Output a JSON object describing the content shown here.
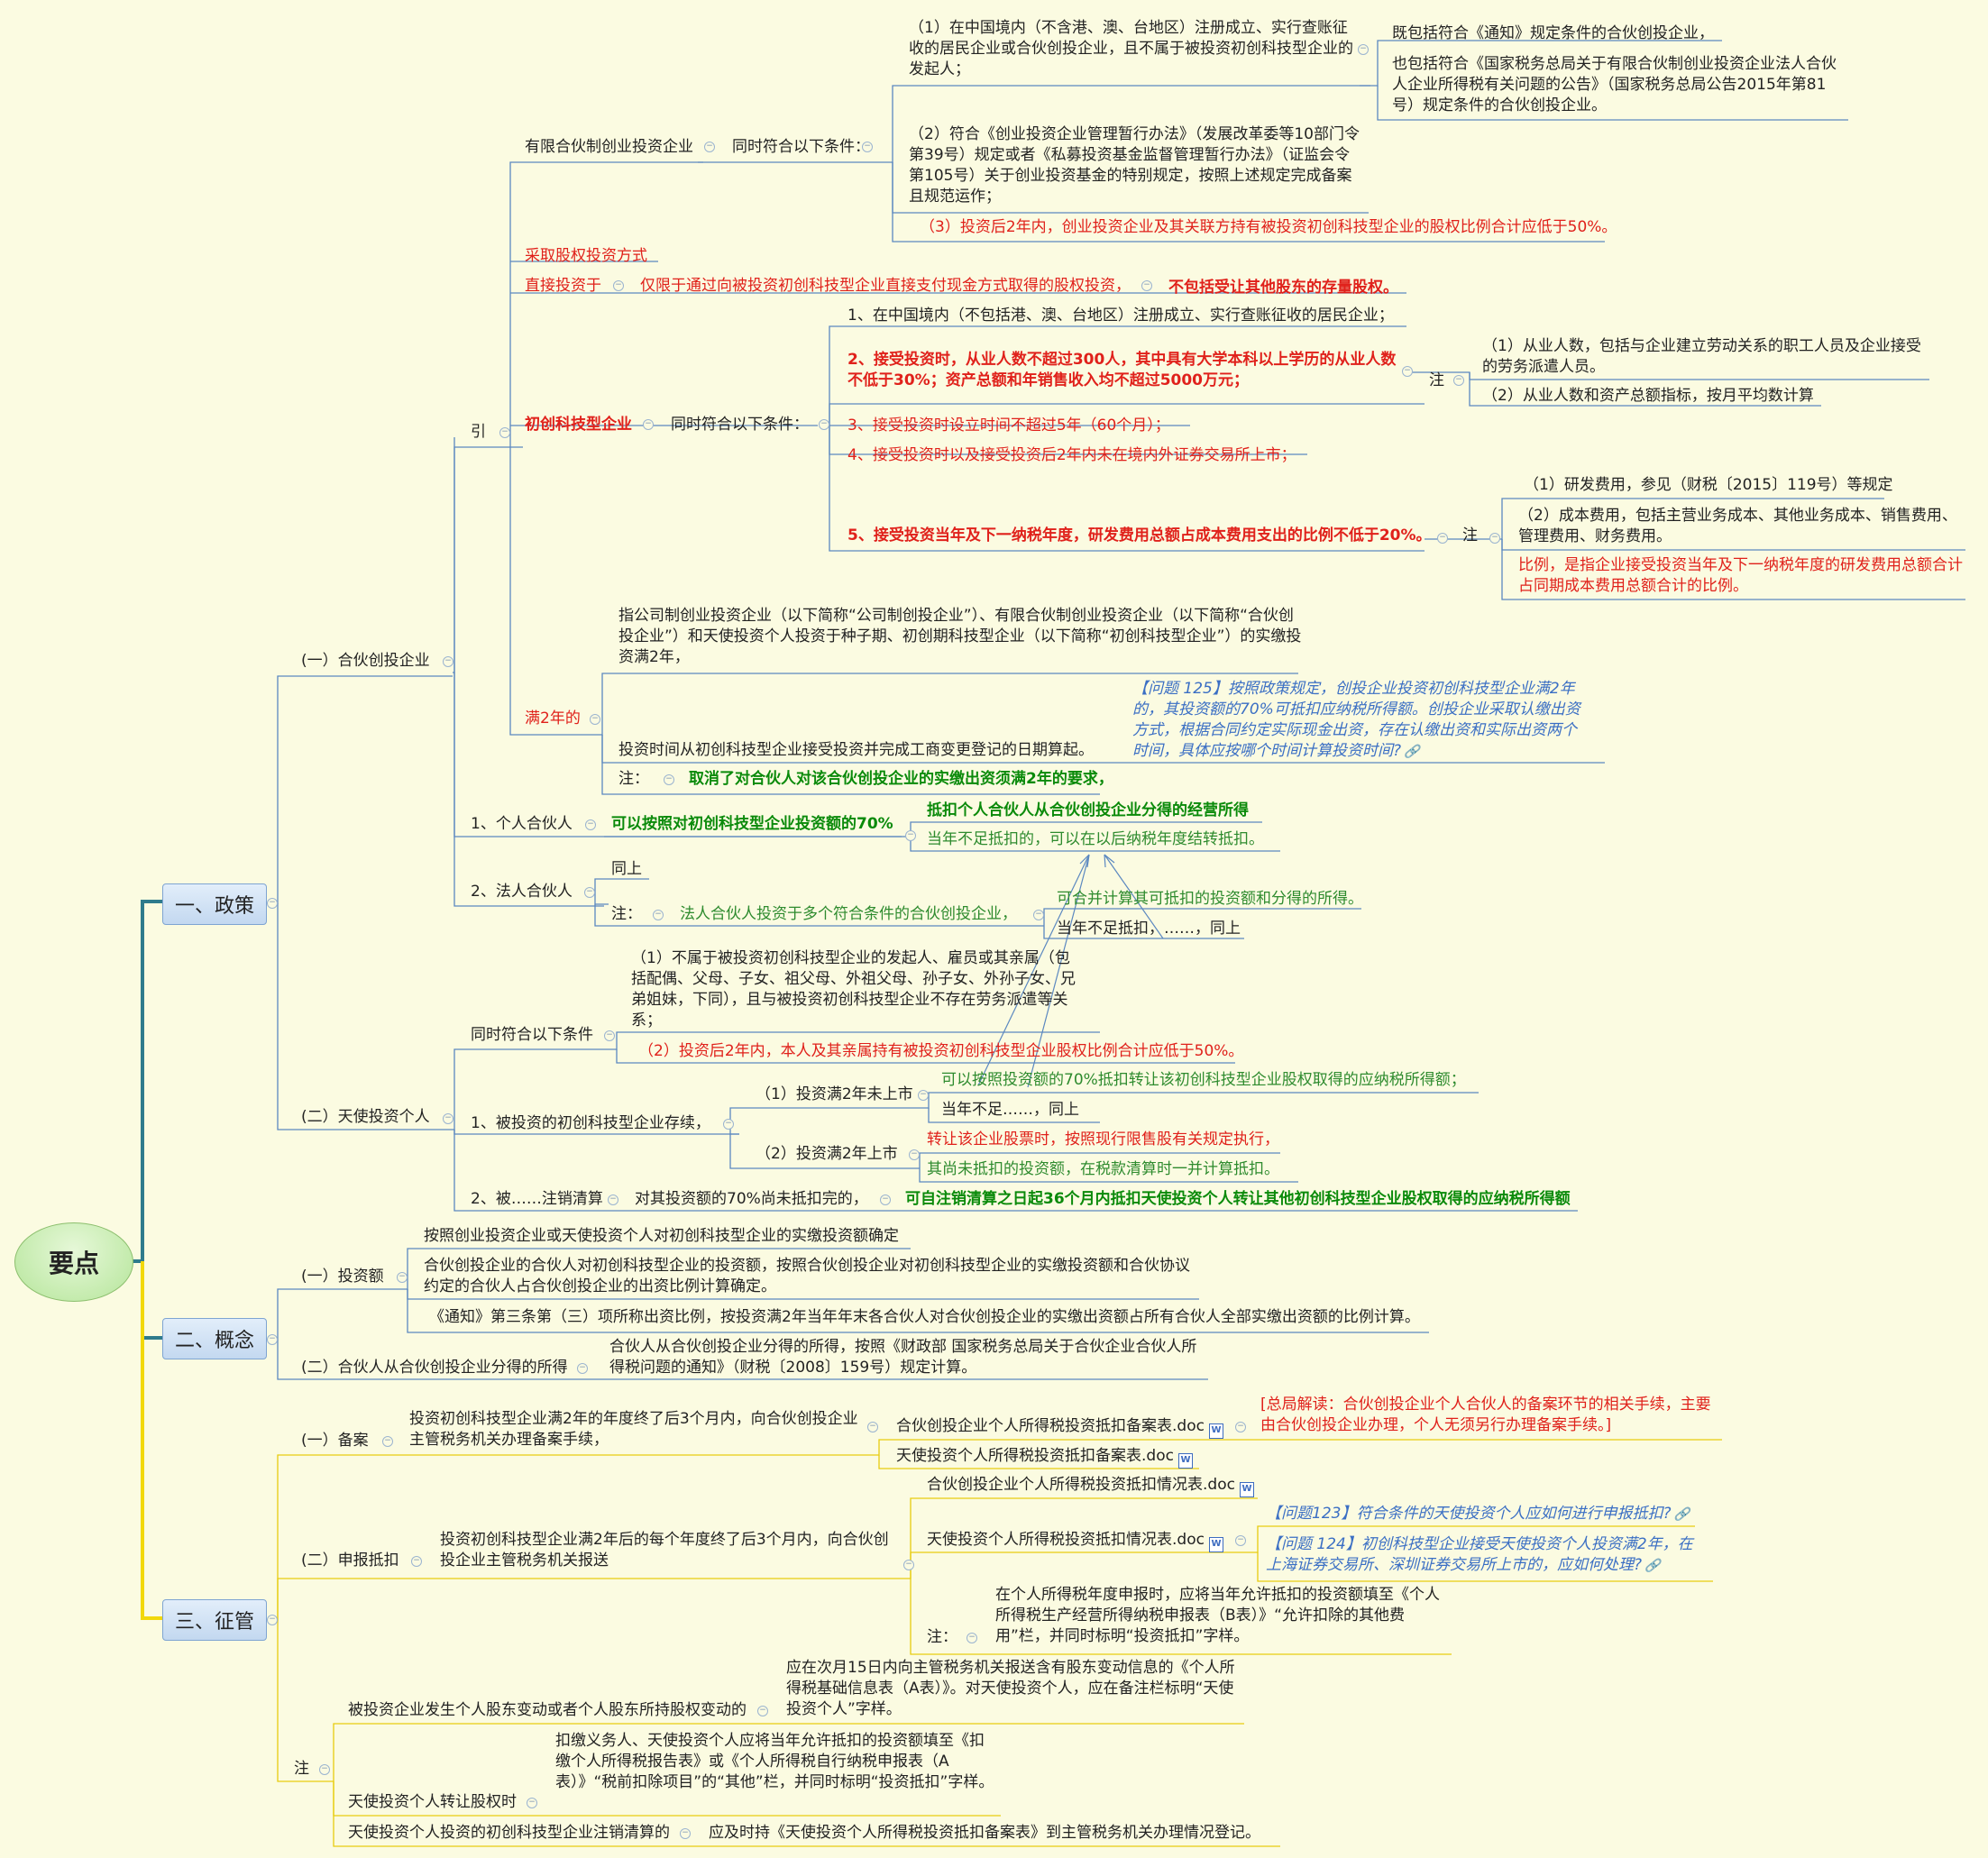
{
  "root": "要点",
  "policy": {
    "label": "一、政策",
    "partnership": {
      "label": "(一）合伙创投企业",
      "yin": "引",
      "lp_label": "有限合伙制创业投资企业",
      "lp_cond": "同时符合以下条件：",
      "lp_c1": "（1）在中国境内（不含港、澳、台地区）注册成立、实行查账征收的居民企业或合伙创投企业，且不属于被投资初创科技型企业的发起人；",
      "lp_c1_a": "既包括符合《通知》规定条件的合伙创投企业，",
      "lp_c1_b": "也包括符合《国家税务总局关于有限合伙制创业投资企业法人合伙人企业所得税有关问题的公告》（国家税务总局公告2015年第81号）规定条件的合伙创投企业。",
      "lp_c2": "（2）符合《创业投资企业管理暂行办法》（发展改革委等10部门令第39号）规定或者《私募投资基金监督管理暂行办法》（证监会令第105号）关于创业投资基金的特别规定，按照上述规定完成备案且规范运作；",
      "lp_c3": "（3）投资后2年内，创业投资企业及其关联方持有被投资初创科技型企业的股权比例合计应低于50%。",
      "equity": "采取股权投资方式",
      "direct_label": "直接投资于",
      "direct_desc": "仅限于通过向被投资初创科技型企业直接支付现金方式取得的股权投资，",
      "direct_excl": "不包括受让其他股东的存量股权。",
      "startup_label": "初创科技型企业",
      "startup_cond": "同时符合以下条件：",
      "s1": "1、在中国境内（不包括港、澳、台地区）注册成立、实行查账征收的居民企业；",
      "s2": "2、接受投资时，从业人数不超过300人，其中具有大学本科以上学历的从业人数不低于30%；资产总额和年销售收入均不超过5000万元；",
      "s2_note": "注",
      "s2_n1": "（1）从业人数，包括与企业建立劳动关系的职工人员及企业接受的劳务派遣人员。",
      "s2_n2": "（2）从业人数和资产总额指标，按月平均数计算",
      "s3": "3、接受投资时设立时间不超过5年（60个月）；",
      "s4": "4、接受投资时以及接受投资后2年内未在境内外证券交易所上市；",
      "s5": "5、接受投资当年及下一纳税年度，研发费用总额占成本费用支出的比例不低于20%。",
      "s5_note": "注",
      "s5_n1": "（1）研发费用，参见（财税〔2015〕119号）等规定",
      "s5_n2": "（2）成本费用，包括主营业务成本、其他业务成本、销售费用、管理费用、财务费用。",
      "s5_n3": "比例，是指企业接受投资当年及下一纳税年度的研发费用总额合计占同期成本费用总额合计的比例。",
      "full2_label": "满2年的",
      "full2_def": "指公司制创业投资企业（以下简称“公司制创投企业”）、有限合伙制创业投资企业（以下简称“合伙创投企业”）和天使投资个人投资于种子期、初创期科技型企业（以下简称“初创科技型企业”）的实缴投资满2年，",
      "full2_time": "投资时间从初创科技型企业接受投资并完成工商变更登记的日期算起。",
      "full2_q": "【问题 125】按照政策规定，创投企业投资初创科技型企业满2年的，其投资额的70%可抵扣应纳税所得额。创投企业采取认缴出资方式，根据合同约定实际现金出资，存在认缴出资和实际出资两个时间，具体应按哪个时间计算投资时间?",
      "full2_note": "注：",
      "full2_note_text": "取消了对合伙人对该合伙创投企业的实缴出资须满2年的要求，",
      "indiv_label": "1、个人合伙人",
      "indiv_70": "可以按照对初创科技型企业投资额的70%",
      "indiv_deduct": "抵扣个人合伙人从合伙创投企业分得的经营所得",
      "indiv_carry": "当年不足抵扣的，可以在以后纳税年度结转抵扣。",
      "corp_label": "2、法人合伙人",
      "corp_same": "同上",
      "corp_note": "注：",
      "corp_multi": "法人合伙人投资于多个符合条件的合伙创投企业，",
      "corp_merge": "可合并计算其可抵扣的投资额和分得的所得。",
      "corp_carry": "当年不足抵扣，……，同上"
    },
    "angel": {
      "label": "(二）天使投资个人",
      "cond": "同时符合以下条件",
      "c1": "（1）不属于被投资初创科技型企业的发起人、雇员或其亲属（包括配偶、父母、子女、祖父母、外祖父母、孙子女、外孙子女、兄弟姐妹，下同），且与被投资初创科技型企业不存在劳务派遣等关系；",
      "c2": "（2）投资后2年内，本人及其亲属持有被投资初创科技型企业股权比例合计应低于50%。",
      "exist_label": "1、被投资的初创科技型企业存续，",
      "unlisted": "（1）投资满2年未上市",
      "unlisted_a": "可以按照投资额的70%抵扣转让该初创科技型企业股权取得的应纳税所得额；",
      "unlisted_b": "当年不足……，同上",
      "listed": "（2）投资满2年上市",
      "listed_a": "转让该企业股票时，按照现行限售股有关规定执行，",
      "listed_b": "其尚未抵扣的投资额，在税款清算时一并计算抵扣。",
      "liq_label": "2、被……注销清算",
      "liq_desc": "对其投资额的70%尚未抵扣完的，",
      "liq_action": "可自注销清算之日起36个月内抵扣天使投资个人转让其他初创科技型企业股权取得的应纳税所得额"
    }
  },
  "concept": {
    "label": "二、概念",
    "inv_label": "(一）投资额",
    "inv_1": "按照创业投资企业或天使投资个人对初创科技型企业的实缴投资额确定",
    "inv_2": "合伙创投企业的合伙人对初创科技型企业的投资额，按照合伙创投企业对初创科技型企业的实缴投资额和合伙协议约定的合伙人占合伙创投企业的出资比例计算确定。",
    "inv_3": "《通知》第三条第（三）项所称出资比例，按投资满2年当年年末各合伙人对合伙创投企业的实缴出资额占所有合伙人全部实缴出资额的比例计算。",
    "income_label": "(二）合伙人从合伙创投企业分得的所得",
    "income_desc": "合伙人从合伙创投企业分得的所得，按照《财政部 国家税务总局关于合伙企业合伙人所得税问题的通知》（财税〔2008〕159号）规定计算。"
  },
  "admin": {
    "label": "三、征管",
    "filing_label": "(一）备案",
    "filing_desc": "投资初创科技型企业满2年的年度终了后3个月内，向合伙创投企业主管税务机关办理备案手续，",
    "filing_doc1": "合伙创投企业个人所得税投资抵扣备案表.doc",
    "filing_note": "[总局解读：合伙创投企业个人合伙人的备案环节的相关手续，主要由合伙创投企业办理，个人无须另行办理备案手续。]",
    "filing_doc2": "天使投资个人所得税投资抵扣备案表.doc",
    "report_label": "(二）申报抵扣",
    "report_desc": "投资初创科技型企业满2年后的每个年度终了后3个月内，向合伙创投企业主管税务机关报送",
    "report_doc1": "合伙创投企业个人所得税投资抵扣情况表.doc",
    "report_doc2": "天使投资个人所得税投资抵扣情况表.doc",
    "report_q123": "【问题123】符合条件的天使投资个人应如何进行申报抵扣?",
    "report_q124": "【问题 124】初创科技型企业接受天使投资个人投资满2年，在上海证券交易所、深圳证券交易所上市的，应如何处理?",
    "report_note": "注：",
    "report_note_text": "在个人所得税年度申报时，应将当年允许抵扣的投资额填至《个人所得税生产经营所得纳税申报表（B表）》“允许扣除的其他费用”栏，并同时标明“投资抵扣”字样。",
    "note_label": "注",
    "n1_label": "被投资企业发生个人股东变动或者个人股东所持股权变动的",
    "n1_desc": "应在次月15日内向主管税务机关报送含有股东变动信息的《个人所得税基础信息表（A表）》。对天使投资个人，应在备注栏标明“天使投资个人”字样。",
    "n2_label": "天使投资个人转让股权时",
    "n2_desc": "扣缴义务人、天使投资个人应将当年允许抵扣的投资额填至《扣缴个人所得税报告表》或《个人所得税自行纳税申报表（A表）》“税前扣除项目”的“其他”栏，并同时标明“投资抵扣”字样。",
    "n3_label": "天使投资个人投资的初创科技型企业注销清算的",
    "n3_desc": "应及时持《天使投资个人所得税投资抵扣备案表》到主管税务机关办理情况登记。"
  },
  "icons": {
    "doc": "word-doc-icon",
    "link": "hyperlink-icon",
    "collapse": "collapse-toggle-icon"
  },
  "colors": {
    "background": "#FBFBE1",
    "policy_branch": "#2F7B8C",
    "admin_branch": "#F2D80A",
    "red": "#E0211B",
    "green": "#0A8A0A",
    "blue": "#3B6FC4"
  }
}
